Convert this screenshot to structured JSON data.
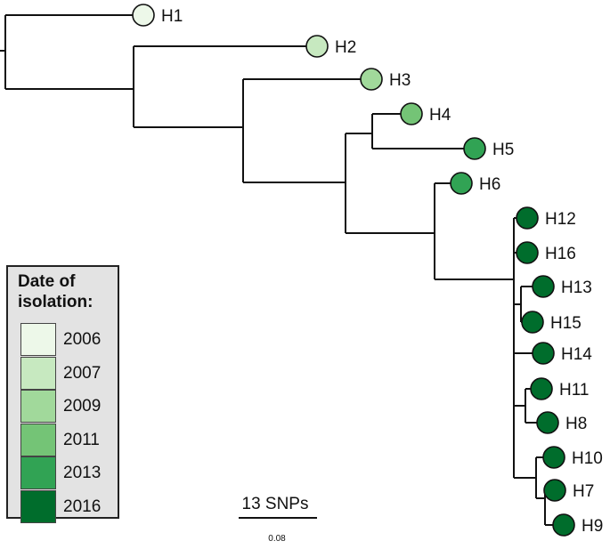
{
  "legend": {
    "title": "Date of\nisolation:",
    "entries": [
      {
        "label": "2006",
        "color": "#edf8e9"
      },
      {
        "label": "2007",
        "color": "#c7e9c0"
      },
      {
        "label": "2009",
        "color": "#a1d99b"
      },
      {
        "label": "2011",
        "color": "#74c476"
      },
      {
        "label": "2013",
        "color": "#31a354"
      },
      {
        "label": "2016",
        "color": "#006d2c"
      }
    ]
  },
  "tips": [
    {
      "label": "H1",
      "year": "2006"
    },
    {
      "label": "H2",
      "year": "2007"
    },
    {
      "label": "H3",
      "year": "2009"
    },
    {
      "label": "H4",
      "year": "2011"
    },
    {
      "label": "H5",
      "year": "2013"
    },
    {
      "label": "H6",
      "year": "2013"
    },
    {
      "label": "H12",
      "year": "2016"
    },
    {
      "label": "H16",
      "year": "2016"
    },
    {
      "label": "H13",
      "year": "2016"
    },
    {
      "label": "H15",
      "year": "2016"
    },
    {
      "label": "H14",
      "year": "2016"
    },
    {
      "label": "H11",
      "year": "2016"
    },
    {
      "label": "H8",
      "year": "2016"
    },
    {
      "label": "H10",
      "year": "2016"
    },
    {
      "label": "H7",
      "year": "2016"
    },
    {
      "label": "H9",
      "year": "2016"
    }
  ],
  "scale_bar": {
    "label": "13 SNPs",
    "value": "0.08"
  }
}
